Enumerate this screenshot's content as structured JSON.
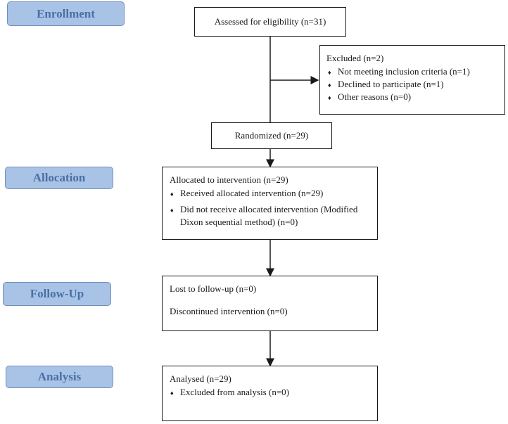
{
  "stages": {
    "enrollment": "Enrollment",
    "allocation": "Allocation",
    "followup": "Follow-Up",
    "analysis": "Analysis"
  },
  "assessed": {
    "label": "Assessed for eligibility (n=31)"
  },
  "excluded": {
    "title": "Excluded (n=2)",
    "items": [
      "Not meeting inclusion criteria (n=1)",
      "Declined to participate (n=1)",
      "Other reasons (n=0)"
    ]
  },
  "randomized": {
    "label": "Randomized (n=29)"
  },
  "allocated": {
    "title": "Allocated to intervention (n=29)",
    "items": [
      "Received allocated intervention (n=29)",
      "Did not receive allocated intervention (Modified",
      "Dixon sequential method) (n=0)"
    ]
  },
  "followup": {
    "lost": "Lost to follow-up (n=0)",
    "discontinued": "Discontinued intervention (n=0)"
  },
  "analysis": {
    "title": "Analysed (n=29)",
    "items": [
      "Excluded from analysis (n=0)"
    ]
  },
  "icons": {
    "bullet": "♦"
  },
  "colors": {
    "stage_fill": "#a9c3e6",
    "stage_text": "#4a6fa5",
    "line": "#1a1a1a"
  }
}
